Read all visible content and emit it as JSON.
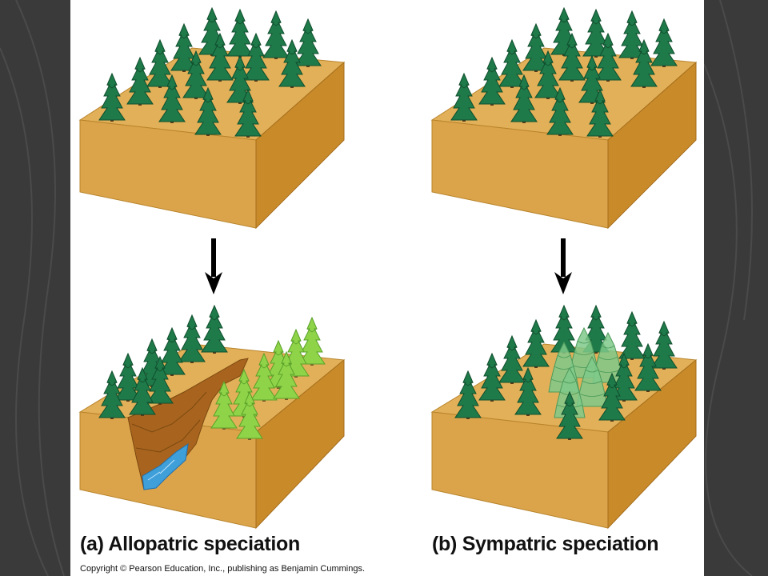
{
  "captions": {
    "allopatric": "(a) Allopatric speciation",
    "sympatric_prefix": "(b)",
    "sympatric": "Sympatric speciation"
  },
  "copyright": "Copyright © Pearson Education, Inc., publishing as Benjamin Cummings.",
  "colors": {
    "background": "#3b3b3b",
    "slide": "#ffffff",
    "ground_top": "#e2b058",
    "ground_front": "#dca44a",
    "ground_side": "#c98a2a",
    "tree_dark": "#1f7a4a",
    "tree_light": "#8fd448",
    "tree_faded": "#7fc98a",
    "water": "#3f9fd9",
    "cliff": "#a8641e"
  },
  "icons": [
    "down-arrow-icon",
    "down-arrow-icon"
  ]
}
